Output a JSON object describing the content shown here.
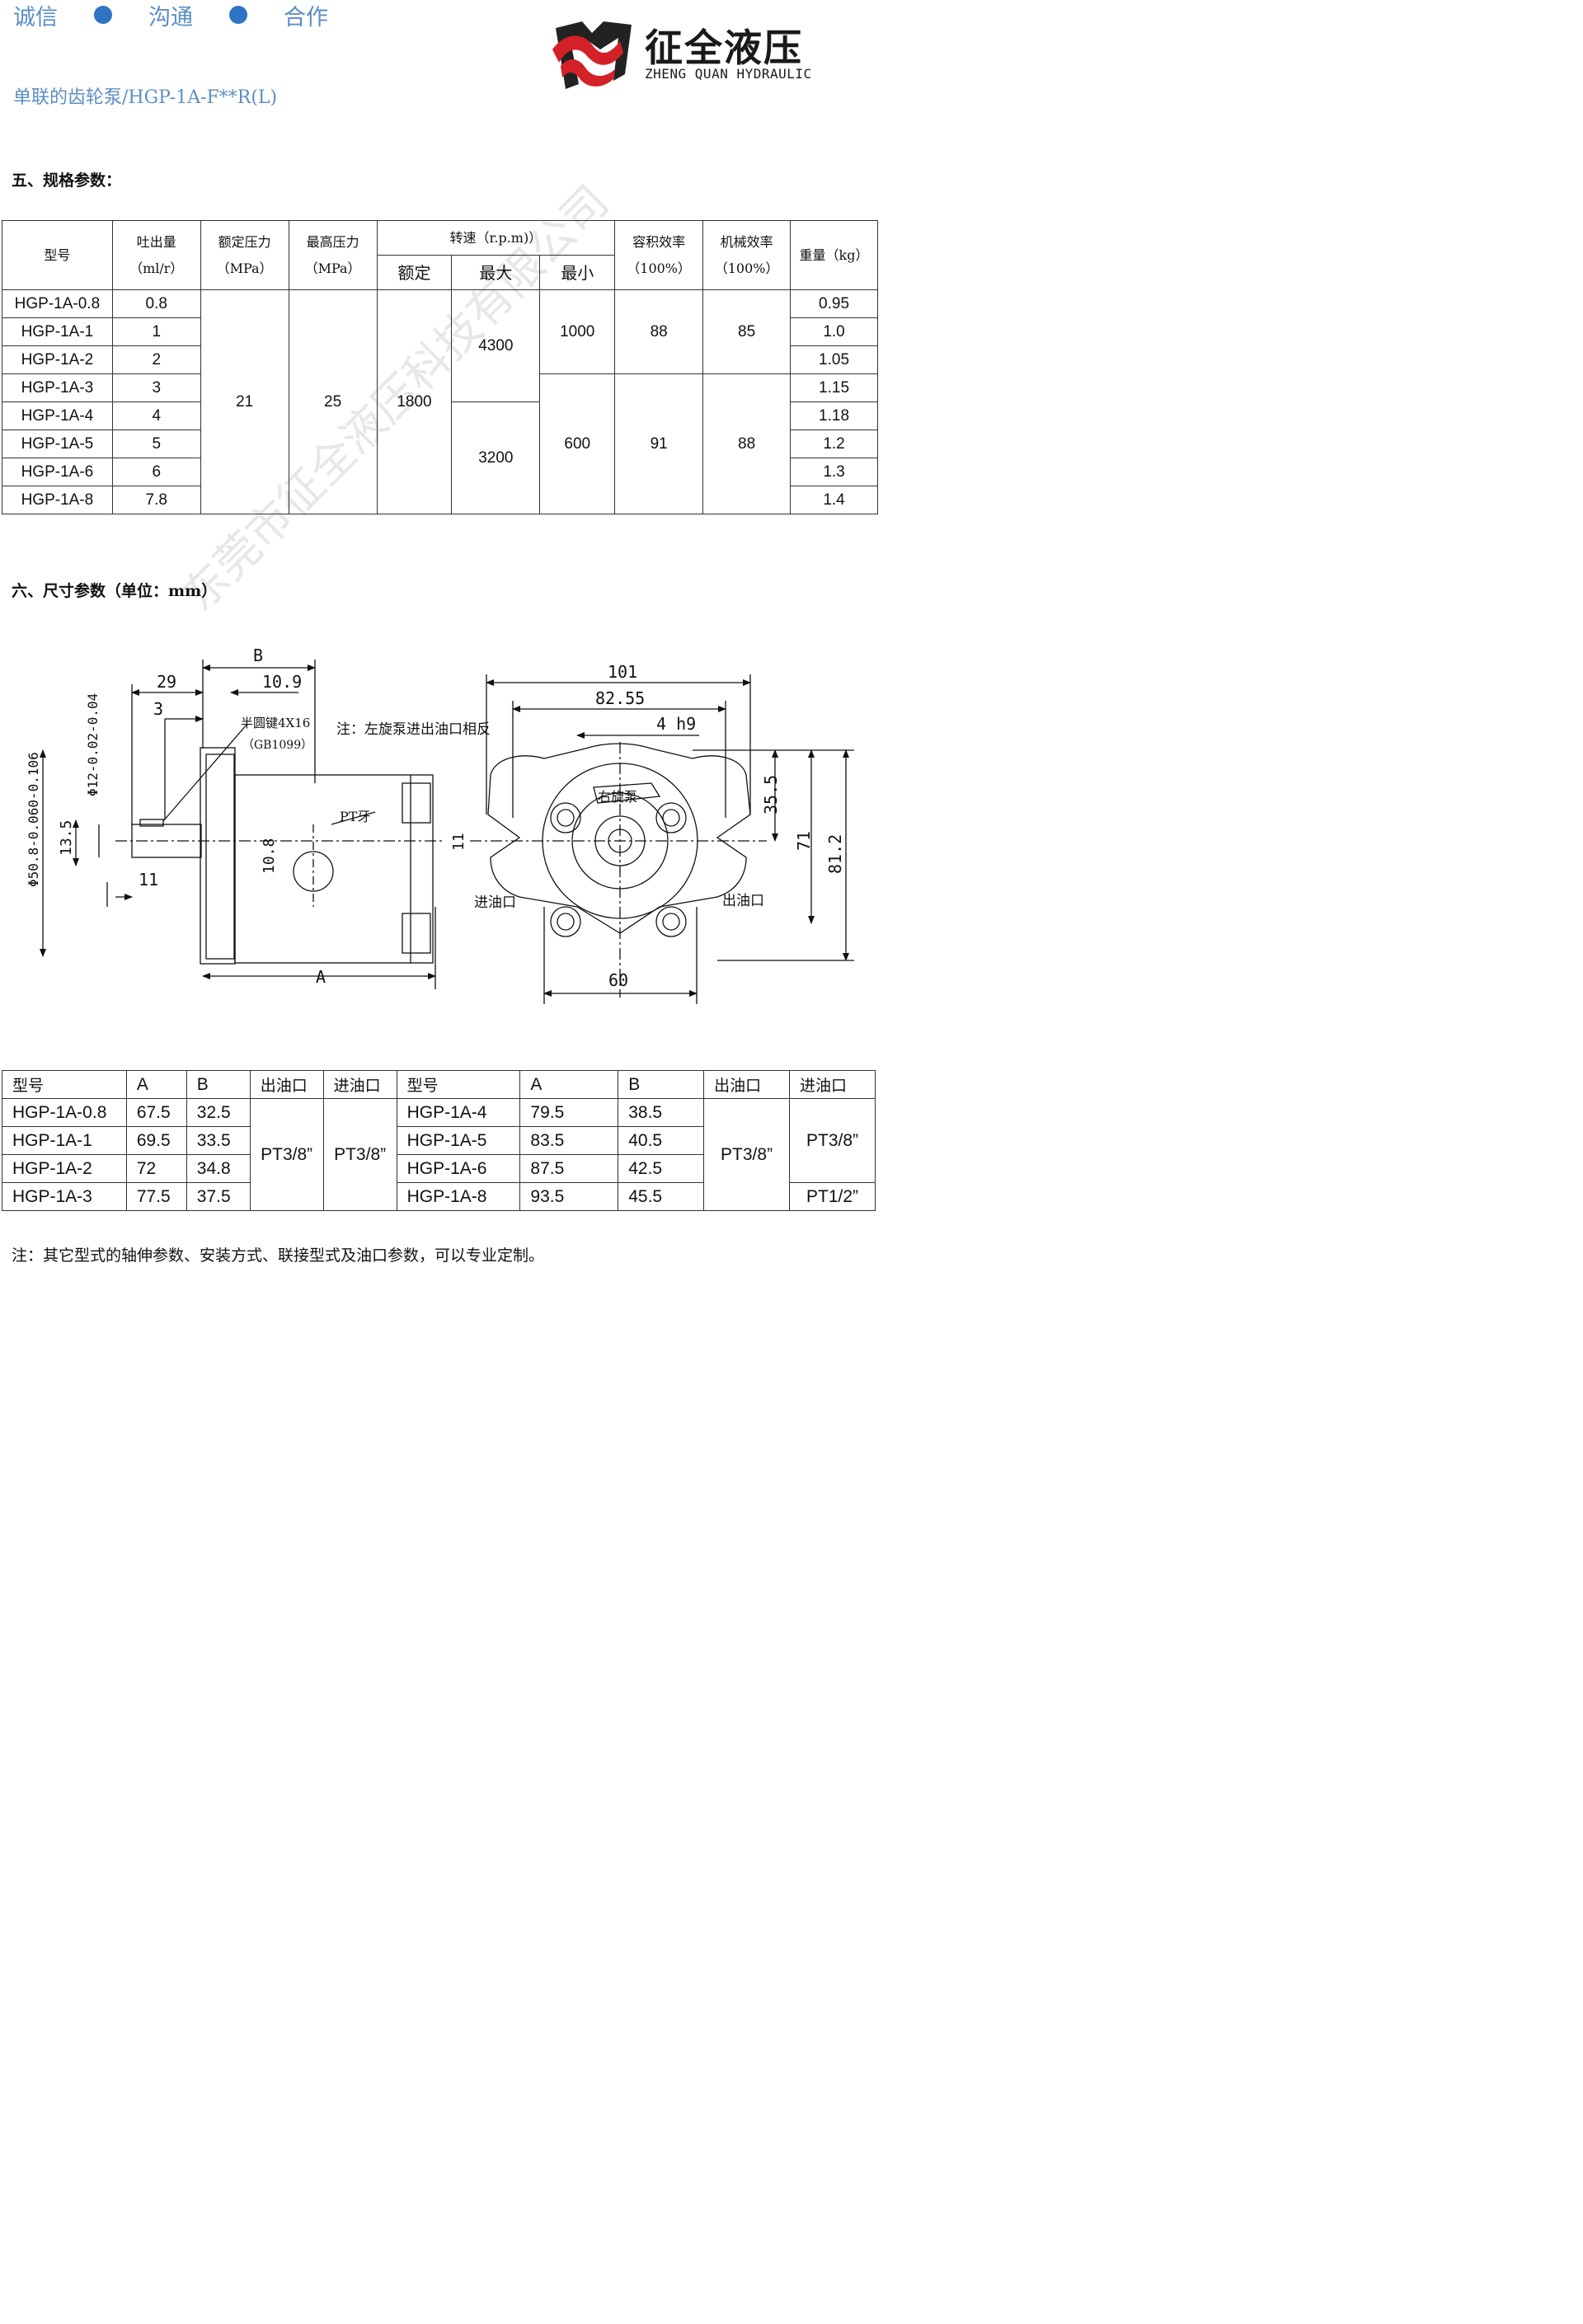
{
  "header": {
    "slogan": [
      "诚信",
      "沟通",
      "合作"
    ],
    "subtitle": "单联的齿轮泵/HGP-1A-F**R(L)",
    "logo": {
      "cn": "征全液压",
      "en": "ZHENG QUAN HYDRAULIC"
    }
  },
  "watermark": "东莞市征全液压科技有限公司",
  "spec_section": {
    "title": "五、规格参数：",
    "headers": {
      "model": "型号",
      "displacement": "吐出量",
      "displacement_unit": "（ml/r）",
      "rated_pressure": "额定压力",
      "rated_pressure_unit": "（MPa）",
      "max_pressure": "最高压力",
      "max_pressure_unit": "（MPa）",
      "speed": "转速（r.p.m)）",
      "speed_rated": "额定",
      "speed_max": "最大",
      "speed_min": "最小",
      "vol_eff": "容积效率",
      "vol_eff_unit": "（100%）",
      "mech_eff": "机械效率",
      "mech_eff_unit": "（100%）",
      "weight": "重量（kg）"
    },
    "rows": [
      {
        "model": "HGP-1A-0.8",
        "disp": "0.8",
        "weight": "0.95"
      },
      {
        "model": "HGP-1A-1",
        "disp": "1",
        "weight": "1.0"
      },
      {
        "model": "HGP-1A-2",
        "disp": "2",
        "weight": "1.05"
      },
      {
        "model": "HGP-1A-3",
        "disp": "3",
        "weight": "1.15"
      },
      {
        "model": "HGP-1A-4",
        "disp": "4",
        "weight": "1.18"
      },
      {
        "model": "HGP-1A-5",
        "disp": "5",
        "weight": "1.2"
      },
      {
        "model": "HGP-1A-6",
        "disp": "6",
        "weight": "1.3"
      },
      {
        "model": "HGP-1A-8",
        "disp": "7.8",
        "weight": "1.4"
      }
    ],
    "rated_pressure": "21",
    "max_pressure": "25",
    "speed_rated": "1800",
    "speed_max_a": "4300",
    "speed_max_b": "3200",
    "speed_min_a": "1000",
    "speed_min_b": "600",
    "vol_eff_a": "88",
    "vol_eff_b": "91",
    "mech_eff_a": "85",
    "mech_eff_b": "88"
  },
  "dim_section": {
    "title": "六、尺寸参数（单位：mm）",
    "drawing": {
      "note": "注：左旋泵进出油口相反",
      "key_label": "半圆键4X16",
      "key_std": "（GB1099）",
      "pt_label": "PT牙",
      "rotation_label": "右旋泵",
      "inlet": "进油口",
      "outlet": "出油口",
      "dim_B": "B",
      "dim_A": "A",
      "dim_29": "29",
      "dim_3": "3",
      "dim_10_9": "10.9",
      "dim_11_a": "11",
      "dim_11_b": "11",
      "dim_10_8": "10.8",
      "dim_13_5": "13.5",
      "dim_shaft": "Φ12-0.02-0.04",
      "dim_pilot": "Φ50.8-0.060-0.106",
      "dim_101": "101",
      "dim_82_55": "82.55",
      "dim_4h9": "4 h9",
      "dim_35_5": "35.5",
      "dim_71": "71",
      "dim_81_2": "81.2",
      "dim_60": "60"
    },
    "headers": {
      "model": "型号",
      "a": "A",
      "b": "B",
      "outlet": "出油口",
      "inlet": "进油口"
    },
    "left_rows": [
      {
        "model": "HGP-1A-0.8",
        "a": "67.5",
        "b": "32.5"
      },
      {
        "model": "HGP-1A-1",
        "a": "69.5",
        "b": "33.5"
      },
      {
        "model": "HGP-1A-2",
        "a": "72",
        "b": "34.8"
      },
      {
        "model": "HGP-1A-3",
        "a": "77.5",
        "b": "37.5"
      }
    ],
    "right_rows": [
      {
        "model": "HGP-1A-4",
        "a": "79.5",
        "b": "38.5"
      },
      {
        "model": "HGP-1A-5",
        "a": "83.5",
        "b": "40.5"
      },
      {
        "model": "HGP-1A-6",
        "a": "87.5",
        "b": "42.5"
      },
      {
        "model": "HGP-1A-8",
        "a": "93.5",
        "b": "45.5"
      }
    ],
    "left_outlet": "PT3/8”",
    "left_inlet": "PT3/8”",
    "right_outlet": "PT3/8”",
    "right_inlet_a": "PT3/8”",
    "right_inlet_b": "PT1/2”"
  },
  "footnote": "注：其它型式的轴伸参数、安装方式、联接型式及油口参数，可以专业定制。",
  "colors": {
    "slogan": "#5b8ec4",
    "dot": "#2f73c4",
    "logo_red": "#d42027",
    "logo_dark": "#222222"
  }
}
